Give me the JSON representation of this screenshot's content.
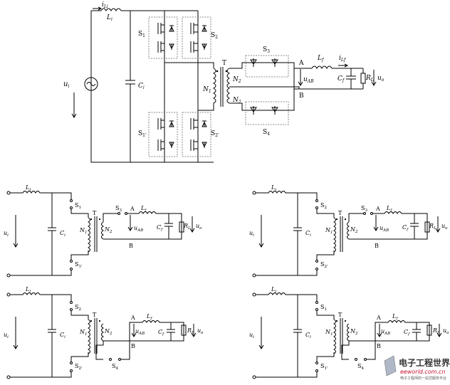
{
  "main": {
    "ui": "u",
    "ui_sub": "i",
    "Li": "L",
    "Li_sub": "i",
    "iLi": "i",
    "iLi_sub": "Li",
    "Ci": "C",
    "Ci_sub": "i",
    "S1": "S",
    "S1_sub": "1",
    "S2": "S",
    "S2_sub": "2",
    "S1p": "S",
    "S1p_sub": "1'",
    "S2p": "S",
    "S2p_sub": "2'",
    "S3": "S",
    "S3_sub": "3",
    "S4": "S",
    "S4_sub": "4",
    "T": "T",
    "N1": "N",
    "N1_sub": "1",
    "N2a": "N",
    "N2a_sub": "2",
    "N2b": "N",
    "N2b_sub": "2",
    "A": "A",
    "B": "B",
    "Lf": "L",
    "Lf_sub": "f",
    "iLf": "i",
    "iLf_sub": "Lf",
    "uAB": "u",
    "uAB_sub": "AB",
    "Cf": "C",
    "Cf_sub": "f",
    "RL": "R",
    "RL_sub": "L",
    "uo": "u",
    "uo_sub": "o"
  },
  "sub1": {
    "ui": "u",
    "ui_sub": "i",
    "Li": "L",
    "Li_sub": "i",
    "S1": "S",
    "S1_sub": "1",
    "S1p": "S",
    "S1p_sub": "1'",
    "T": "T",
    "N1": "N",
    "N1_sub": "1",
    "N2": "N",
    "N2_sub": "2",
    "S3": "S",
    "S3_sub": "3",
    "Lf": "L",
    "Lf_sub": "f",
    "uAB": "u",
    "uAB_sub": "AB",
    "Cf": "C",
    "Cf_sub": "f",
    "RL": "R",
    "RL_sub": "L",
    "uo": "u",
    "uo_sub": "o",
    "A": "A",
    "B": "B",
    "Ci": "C",
    "Ci_sub": "i"
  },
  "sub2": {
    "ui": "u",
    "ui_sub": "i",
    "Li": "L",
    "Li_sub": "i",
    "S2": "S",
    "S2_sub": "2",
    "S2p": "S",
    "S2p_sub": "2'",
    "T": "T",
    "N1": "N",
    "N1_sub": "1",
    "N2": "N",
    "N2_sub": "2",
    "S3": "S",
    "S3_sub": "3",
    "Lf": "L",
    "Lf_sub": "f",
    "uAB": "u",
    "uAB_sub": "AB",
    "Cf": "C",
    "Cf_sub": "f",
    "RL": "R",
    "RL_sub": "L",
    "uo": "u",
    "uo_sub": "o",
    "A": "A",
    "B": "B",
    "Ci": "C",
    "Ci_sub": "i"
  },
  "sub3": {
    "ui": "u",
    "ui_sub": "i",
    "Li": "L",
    "Li_sub": "i",
    "S2": "S",
    "S2_sub": "2",
    "S2p": "S",
    "S2p_sub": "2'",
    "T": "T",
    "N1": "N",
    "N1_sub": "1",
    "N2": "N",
    "N2_sub": "2",
    "S4": "S",
    "S4_sub": "4",
    "Lf": "L",
    "Lf_sub": "f",
    "uAB": "u",
    "uAB_sub": "AB",
    "Cf": "C",
    "Cf_sub": "f",
    "RL": "R",
    "RL_sub": "L",
    "uo": "u",
    "uo_sub": "o",
    "A": "A",
    "B": "B",
    "Ci": "C",
    "Ci_sub": "i"
  },
  "sub4": {
    "ui": "u",
    "ui_sub": "i",
    "Li": "L",
    "Li_sub": "i",
    "S1": "S",
    "S1_sub": "1",
    "S1p": "S",
    "S1p_sub": "1'",
    "T": "T",
    "N1": "N",
    "N1_sub": "1",
    "N2": "N",
    "N2_sub": "2",
    "S4": "S",
    "S4_sub": "4",
    "Lf": "L",
    "Lf_sub": "f",
    "uAB": "u",
    "uAB_sub": "AB",
    "Cf": "C",
    "Cf_sub": "f",
    "RL": "R",
    "RL_sub": "L",
    "uo": "u",
    "uo_sub": "o",
    "A": "A",
    "B": "B",
    "Ci": "C",
    "Ci_sub": "i"
  },
  "watermark": {
    "brand": "电子工程世界",
    "url": "eeworld.com.cn",
    "sub": "电子工程师的一站式服务平台"
  }
}
